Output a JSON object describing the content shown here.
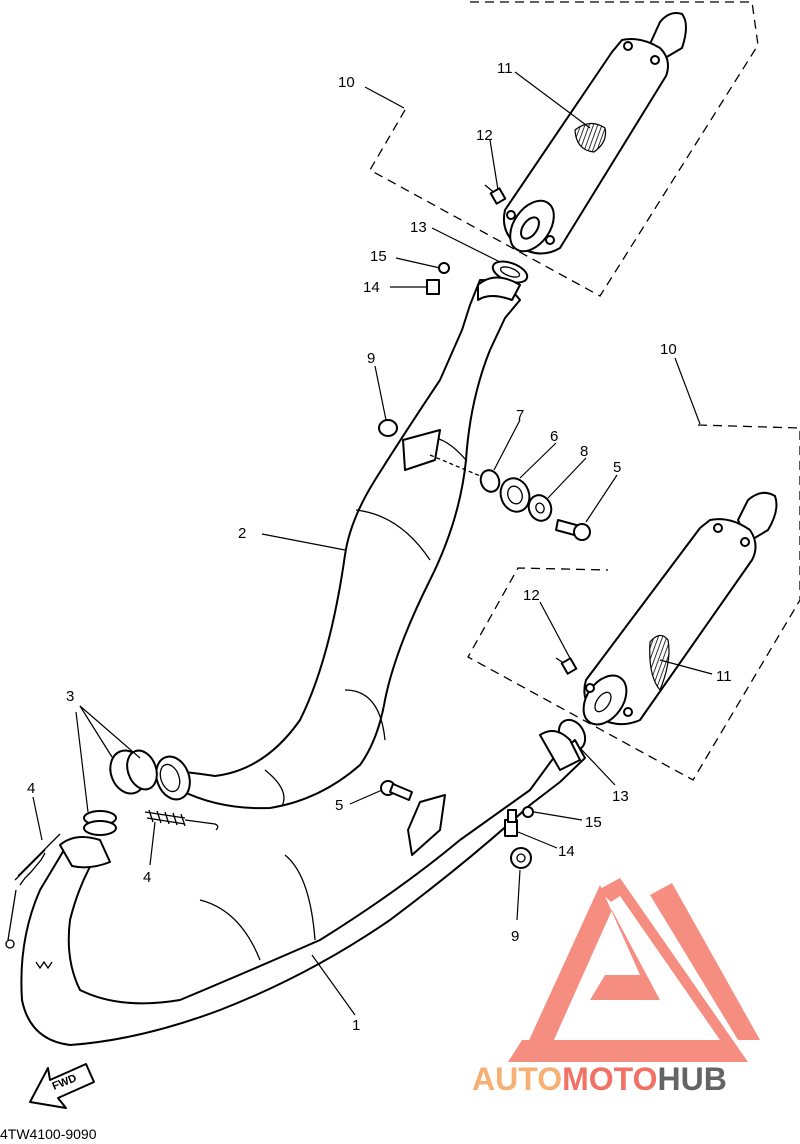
{
  "diagram_code": "4TW4100-9090",
  "watermark": {
    "word1": "AUTO",
    "word2": "MOTO",
    "word3": "HUB",
    "color_primary": "#f47a6c",
    "color_secondary": "#ef5a4a",
    "color_dark": "#4a4a4a"
  },
  "direction_marker": "FWD",
  "callouts": {
    "c10a": "10",
    "c11a": "11",
    "c12a": "12",
    "c13a": "13",
    "c15a": "15",
    "c14a": "14",
    "c9a": "9",
    "c7": "7",
    "c6": "6",
    "c8": "8",
    "c5a": "5",
    "c10b": "10",
    "c2": "2",
    "c12b": "12",
    "c11b": "11",
    "c3": "3",
    "c13b": "13",
    "c4a": "4",
    "c5b": "5",
    "c15b": "15",
    "c14b": "14",
    "c4b": "4",
    "c9b": "9",
    "c1": "1"
  }
}
